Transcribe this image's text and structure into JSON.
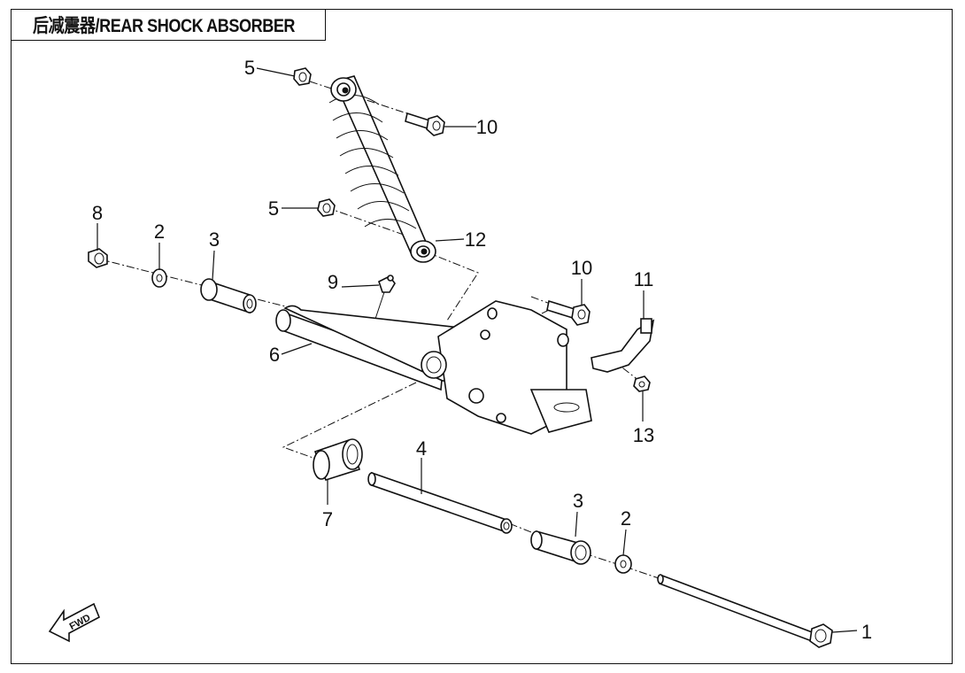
{
  "title": "后减震器/REAR SHOCK ABSORBER",
  "fwd_label": "FWD",
  "callouts": [
    {
      "id": "c1",
      "label": "1"
    },
    {
      "id": "c2a",
      "label": "2"
    },
    {
      "id": "c2b",
      "label": "2"
    },
    {
      "id": "c3a",
      "label": "3"
    },
    {
      "id": "c3b",
      "label": "3"
    },
    {
      "id": "c4",
      "label": "4"
    },
    {
      "id": "c5a",
      "label": "5"
    },
    {
      "id": "c5b",
      "label": "5"
    },
    {
      "id": "c6",
      "label": "6"
    },
    {
      "id": "c7",
      "label": "7"
    },
    {
      "id": "c8",
      "label": "8"
    },
    {
      "id": "c9",
      "label": "9"
    },
    {
      "id": "c10a",
      "label": "10"
    },
    {
      "id": "c10b",
      "label": "10"
    },
    {
      "id": "c11",
      "label": "11"
    },
    {
      "id": "c12",
      "label": "12"
    },
    {
      "id": "c13",
      "label": "13"
    }
  ]
}
